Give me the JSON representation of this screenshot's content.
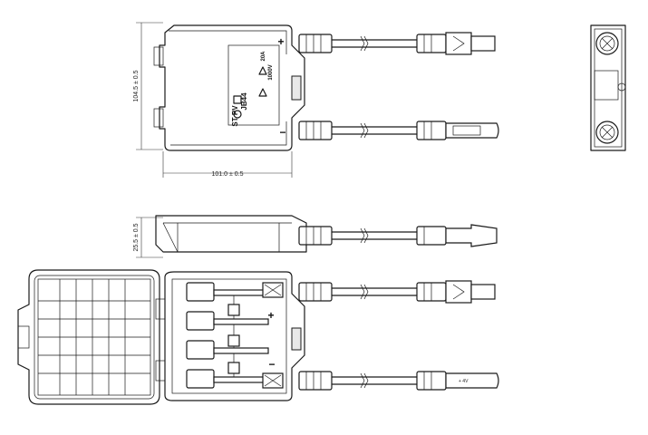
{
  "dimensions": {
    "height": "104.5 ± 0.5",
    "width": "101.0 ± 0.5",
    "depth": "25.5 ± 0.5"
  },
  "polarity": {
    "positive": "+",
    "negative": "−"
  },
  "label": {
    "model": "JB44",
    "brand": "ST PV",
    "voltage": "1000V",
    "current": "20A"
  },
  "connector_text": "+ 4V"
}
